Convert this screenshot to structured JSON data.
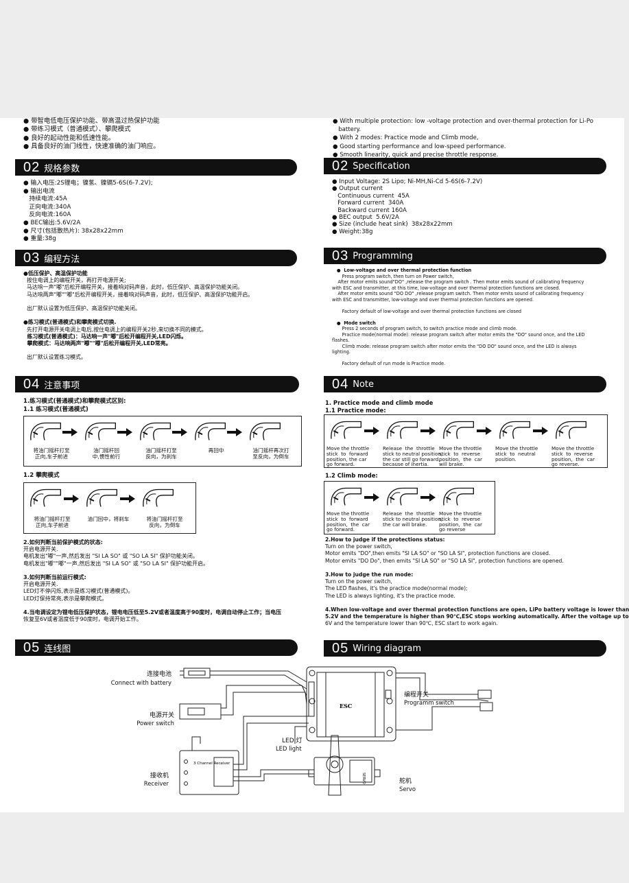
{
  "left": {
    "features": [
      "● 带智电低电压保护功能、带高温过热保护功能",
      "● 带练习模式（普通模式）、攀爬模式",
      "● 良好的起动性能和低速性能。",
      "● 具备良好的油门线性，快速准确的油门响应。"
    ],
    "s02": {
      "num": "02",
      "title": "规格参数"
    },
    "spec": [
      "● 输入电压:2S锂电；镍氢、镍镉5-6S(6-7.2V);",
      "● 输出电流",
      "   持续电流:45A",
      "   正向电流:340A",
      "   反向电流:160A",
      "● BEC输出:5.6V/2A",
      "● 尺寸(包括散热片): 38x28x22mm",
      "● 重量:38g"
    ],
    "s03": {
      "num": "03",
      "title": "编程方法"
    },
    "prog": [
      "●低压保护、高温保护功能",
      "  按住电调上的编程开关，再打开电源开关;",
      "  马达响一声\"嘟\"后松开编程开关，接着响对码声音，此时，低压保护、高温保护功能关闭。",
      "  马达响两声\"嘟\"\"嘟\"后松开编程开关，接着响对码声音，此时，低压保护、高温保护功能开启。",
      "",
      "  出厂默认设置为低压保护、高温保护功能关闭。",
      "",
      "●练习模式(普通模式)和攀爬模式切换.",
      "  先打开电源开关电调上电后,按住电调上的编程开关2秒,来切换不同的模式。",
      "  练习模式(普通模式)：马达响一声\"嘟\"后松开编程开关,LED闪烁。",
      "  攀爬模式：马达响两声\"嘟\"\"嘟\"后松开编程开关,LED常亮。",
      "",
      "  出厂默认设置练习模式。"
    ],
    "s04": {
      "num": "04",
      "title": "注意事项"
    },
    "note_h1": "1.练习模式(普通模式)和攀爬模式区别:",
    "note_h11": "1.1 练习模式(普通模式)",
    "practice_steps": [
      "将油门摇杆打至\n正向,车子前进",
      "油门摇杆回\n中,惯性前行",
      "油门摇杆打至\n反向，为刹车",
      "再回中",
      "油门摇杆再次打\n至反向，为倒车"
    ],
    "note_h12": "1.2 攀爬模式",
    "climb_steps": [
      "将油门摇杆打至\n正向,车子前进",
      "油门回中，将刹车",
      "将油门摇杆打至\n反向，为倒车"
    ],
    "notes": [
      "2.如何判断当前保护模式的状态:",
      "开启电源开关.",
      "电机发出\"嘟\"一声,然后发出 \"SI LA SO\" 或 \"SO LA SI\" 保护功能关闭。",
      "电机发出\"嘟\"\"嘟\"一声,然后发出 \"SI LA SO\" 或 \"SO LA SI\" 保护功能开启。",
      "",
      "3.如何判断当前运行模式:",
      "开启电源开关.",
      "LED灯不停闪烁,表示是练习模式(普通模式)。",
      "LED灯保持常亮,表示是攀爬模式。",
      "",
      "4.当电调设定为锂电低压保护状态，锂电电压低至5.2V或者温度高于90度时，电调自动停止工作；当电压",
      "恢复至6V或者温度低于90度时，电调开始工作。"
    ],
    "s05": {
      "num": "05",
      "title": "连线图"
    }
  },
  "right": {
    "features": [
      "● With multiple protection: low -voltage protection and over-thermal protection for Li-Po",
      "   battery.",
      "● With 2 modes: Practice mode and Climb mode,",
      "● Good starting performance and low-speed performance.",
      "● Smooth linearity, quick and precise throttle response."
    ],
    "s02": {
      "num": "02",
      "title": "Specification"
    },
    "spec": [
      "● Input Voltage: 2S Lipo; Ni-MH,Ni-Cd 5-6S(6-7.2V)",
      "● Output current",
      "   Continuous current  45A",
      "   Forward current  340A",
      "   Backward current 160A",
      "● BEC output  5.6V/2A",
      "● Size (include heat sink)  38x28x22mm",
      "● Weight:38g"
    ],
    "s03": {
      "num": "03",
      "title": "Programming"
    },
    "prog": [
      "   ●  Low-voltage and over thermal protection function",
      "       Press program switch, then turn on Power switch,",
      "    After motor emits sound\"DO\" ,release the program switch . Then motor emits sound of calibrating frequency",
      "with ESC and transmitter, at this time, low-voltage and over thermal protection functions are closed.",
      "    After motor emits sound \"DO DO\" ,release program switch. Then motor emits sound of calibrating frequency",
      "with ESC and transmitter, low-voltage and over thermal protection functions are opened.",
      "",
      "       Factory default of low-voltage and over thermal protection functions are closed",
      "",
      "   ●  Mode switch",
      "       Press 2 seconds of program switch, to switch practice mode and climb mode.",
      "       Practice mode(normal mode): release program switch after motor emits the \"DO\" sound once, and the LED",
      "flashes.",
      "       Climb mode: release program switch after motor emits the \"DO DO\" sound once, and the LED is always",
      "lighting.",
      "",
      "       Factory default of run mode is Practice mode."
    ],
    "s04": {
      "num": "04",
      "title": "Note"
    },
    "note_h1": "1. Practice mode and climb mode",
    "note_h11": "1.1 Practice mode:",
    "practice_steps": [
      "Move the throttle\nstick  to  forward\nposition, the car\ngo forward.",
      "Release  the  throttle\nstick to neutral position,\nthe car still go forward,\nbecause of inertia.",
      "Move the throttle\nstick  to  reverse\nposition,  the  car\nwill brake.",
      "Move the throttle\nstick  to  neutral\nposition.",
      "Move the throttle\nstick  to  reverse\nposition,  the  car\ngo reverse."
    ],
    "note_h12": "1.2 Climb mode:",
    "climb_steps": [
      "Move the throttle\nstick  to  forward\nposition,  the  car\ngo forward.",
      "Release  the  throttle\nstick to neutral position,\nthe car will brake.",
      "Move the throttle\nstick  to  reverse\nposition,  the  car\ngo reverse"
    ],
    "notes": [
      "2.How to judge if the protections status:",
      "Turn on the power switch,",
      "Motor emits \"DO\",then emits \"SI LA SO\" or \"SO LA SI\", protection functions are closed.",
      "Motor emits \"DO Do\", then emits \"SI LA SO\" or \"SO LA SI\", protection functions are opened.",
      "",
      "3.How to judge the run mode:",
      "Turn on the power switch,",
      "The LED flashes, it's the practice mode(normal mode);",
      "The LED is always lighting, it's the practice mode.",
      "",
      "4.When low-voltage and over thermal protection functions are open, LiPo battery voltage is lower than",
      "5.2V and the temperature is higher than 90℃,ESC stops working automatically. After the voltage up to",
      "6V and the temperature lower than 90℃, ESC start to work again."
    ],
    "s05": {
      "num": "05",
      "title": "Wiring diagram"
    }
  },
  "wiring": {
    "battery_cn": "连接电池",
    "battery_en": "Connect with battery",
    "power_cn": "电源开关",
    "power_en": "Power switch",
    "led_cn": "LED 灯",
    "led_en": "LED light",
    "receiver_cn": "接收机",
    "receiver_en": "Receiver",
    "prog_cn": "编程开关",
    "prog_en": "Programm switch",
    "servo_cn": "舵机",
    "servo_en": "Servo",
    "esc_label": "ESC",
    "receiver_label": "3 Channel Receiver",
    "servo_label": "SERVO"
  }
}
